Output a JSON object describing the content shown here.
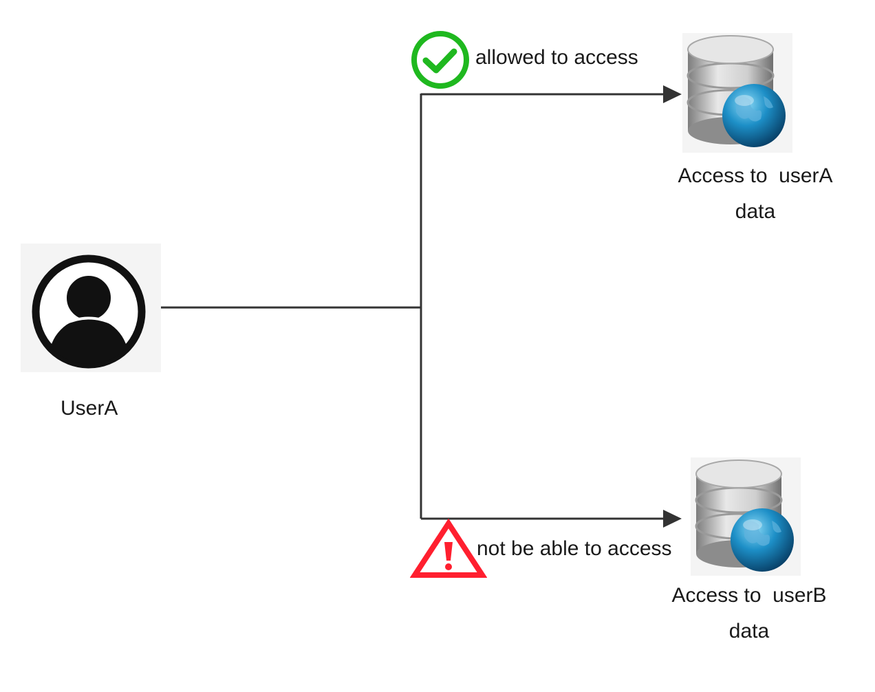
{
  "user": {
    "name": "UserA",
    "icon": "user-avatar-icon"
  },
  "paths": [
    {
      "status": "allowed",
      "status_icon": "check-circle-icon",
      "status_color": "#1fb81f",
      "label": "allowed to access",
      "target": {
        "icon": "database-globe-icon",
        "caption_line1": "Access to  userA",
        "caption_line2": "data"
      }
    },
    {
      "status": "denied",
      "status_icon": "warning-triangle-icon",
      "status_color": "#ff1f2f",
      "label": "not be able to access",
      "target": {
        "icon": "database-globe-icon",
        "caption_line1": "Access to  userB",
        "caption_line2": "data"
      }
    }
  ],
  "colors": {
    "connector": "#333333",
    "avatar": "#111111",
    "icon_background": "#f4f4f4"
  }
}
